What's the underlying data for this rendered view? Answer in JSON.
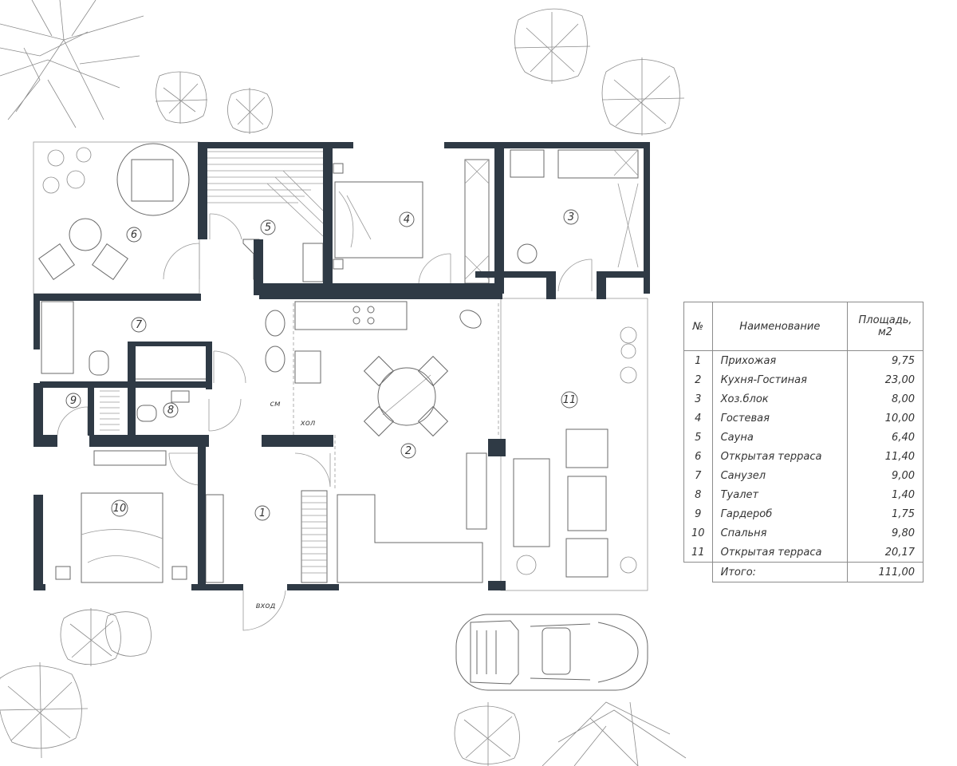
{
  "plan": {
    "rooms": [
      {
        "n": "1"
      },
      {
        "n": "2"
      },
      {
        "n": "3"
      },
      {
        "n": "4"
      },
      {
        "n": "5"
      },
      {
        "n": "6"
      },
      {
        "n": "7"
      },
      {
        "n": "8"
      },
      {
        "n": "9"
      },
      {
        "n": "10"
      },
      {
        "n": "11"
      }
    ],
    "labels": {
      "entrance": "вход",
      "fridge": "хол",
      "washer": "см"
    }
  },
  "legend": {
    "headers": {
      "num": "№",
      "name": "Наименование",
      "area_line1": "Площадь,",
      "area_line2": "м2"
    },
    "rows": [
      {
        "num": "1",
        "name": "Прихожая",
        "area": "9,75"
      },
      {
        "num": "2",
        "name": "Кухня-Гостиная",
        "area": "23,00"
      },
      {
        "num": "3",
        "name": "Хоз.блок",
        "area": "8,00"
      },
      {
        "num": "4",
        "name": "Гостевая",
        "area": "10,00"
      },
      {
        "num": "5",
        "name": "Сауна",
        "area": "6,40"
      },
      {
        "num": "6",
        "name": "Открытая терраса",
        "area": "11,40"
      },
      {
        "num": "7",
        "name": "Санузел",
        "area": "9,00"
      },
      {
        "num": "8",
        "name": "Туалет",
        "area": "1,40"
      },
      {
        "num": "9",
        "name": "Гардероб",
        "area": "1,75"
      },
      {
        "num": "10",
        "name": "Спальня",
        "area": "9,80"
      },
      {
        "num": "11",
        "name": "Открытая терраса",
        "area": "20,17"
      }
    ],
    "total": {
      "label": "Итого:",
      "area": "111,00"
    }
  }
}
